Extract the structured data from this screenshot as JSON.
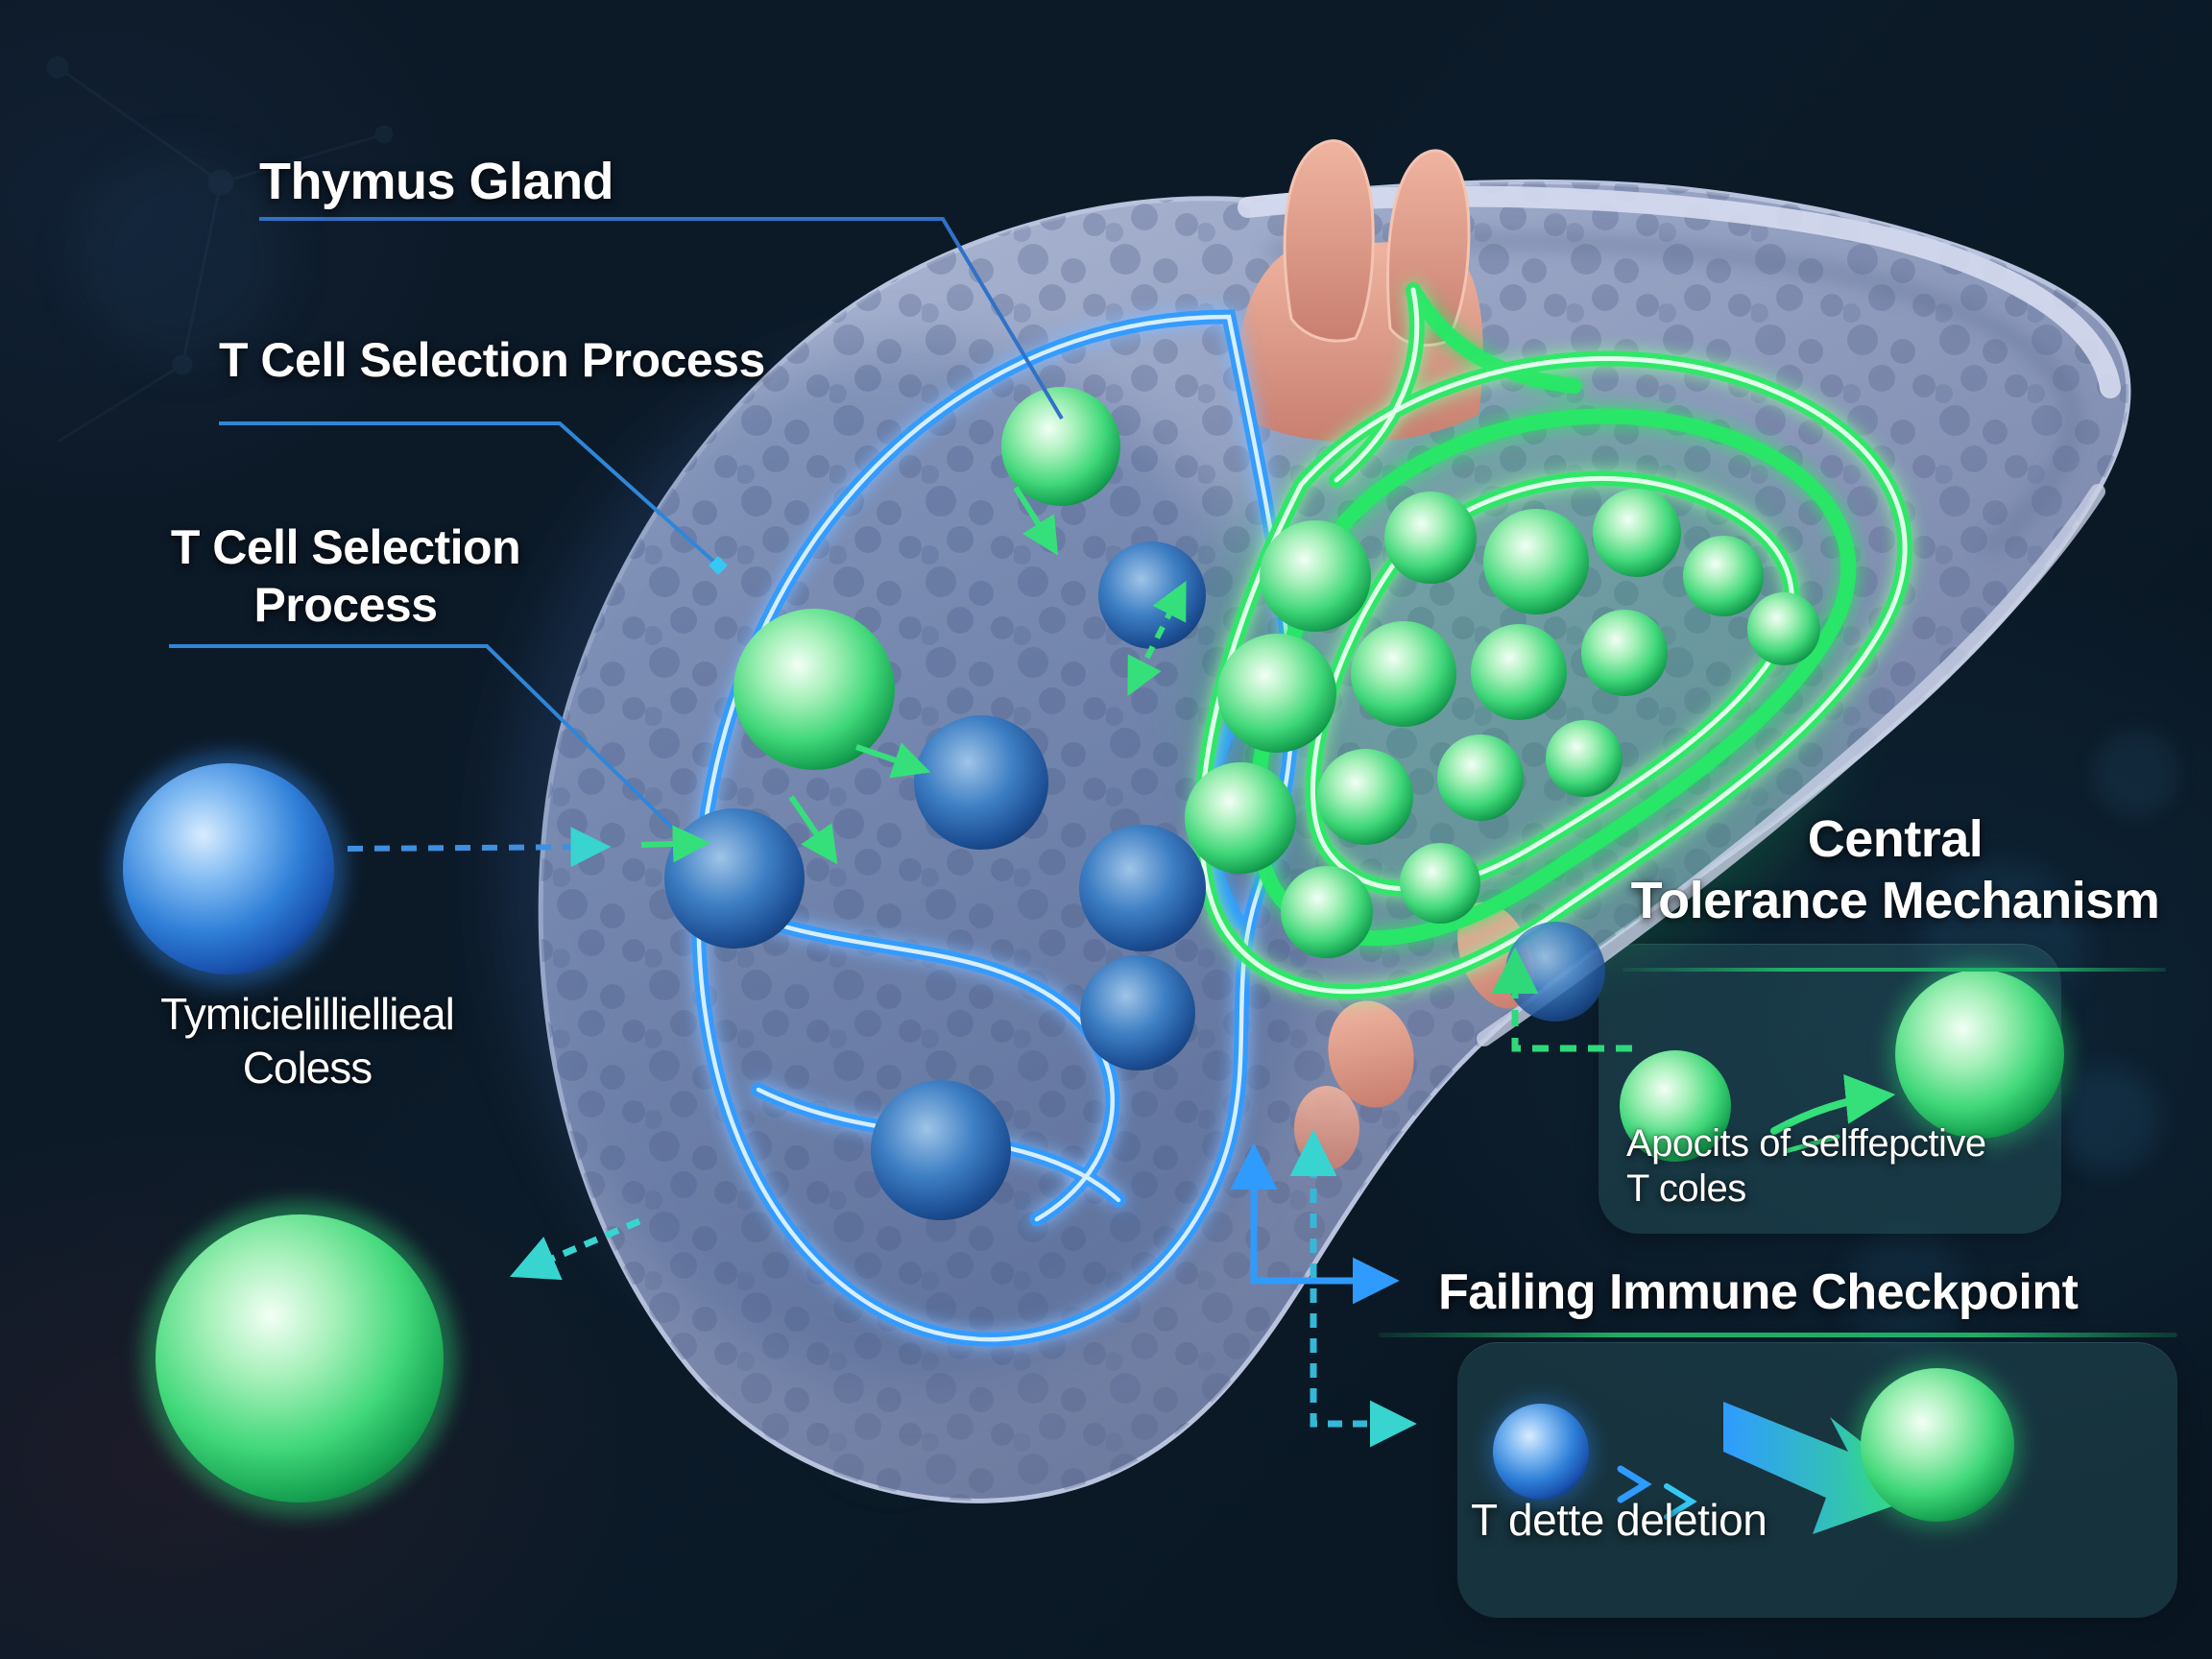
{
  "illustration": {
    "title_labels": {
      "thymus_gland": "Thymus Gland",
      "t_cell_selection_process": "T Cell Selection Process",
      "t_cell_selection_line1": "T Cell Selection",
      "t_cell_selection_line2": "Process",
      "thymic_epithelial_line1": "Tymicielilliellieal",
      "thymic_epithelial_line2": "Coless",
      "central_tolerance_line1": "Central",
      "central_tolerance_line2": "Tolerance Mechanism",
      "failing_immune_checkpoint": "Failing Immune Checkpoint"
    },
    "callouts": {
      "apoptosis_line1": "Apocits of selffepctive",
      "apoptosis_line2": "T coles",
      "t_cell_deletion": "T dette deletion"
    },
    "colors": {
      "background": "#0b1724",
      "neon_blue": "#2f9bff",
      "neon_green": "#2fe07a",
      "cyan_accent": "#38d4d0",
      "underline_blue": "#2a6fd6",
      "underline_green": "#1fae66",
      "organ_surface": "#8e9cbe",
      "vessel_pink": "#dfa08e",
      "label_text": "#ffffff",
      "panel_background": "rgba(44,98,104,0.38)"
    }
  }
}
